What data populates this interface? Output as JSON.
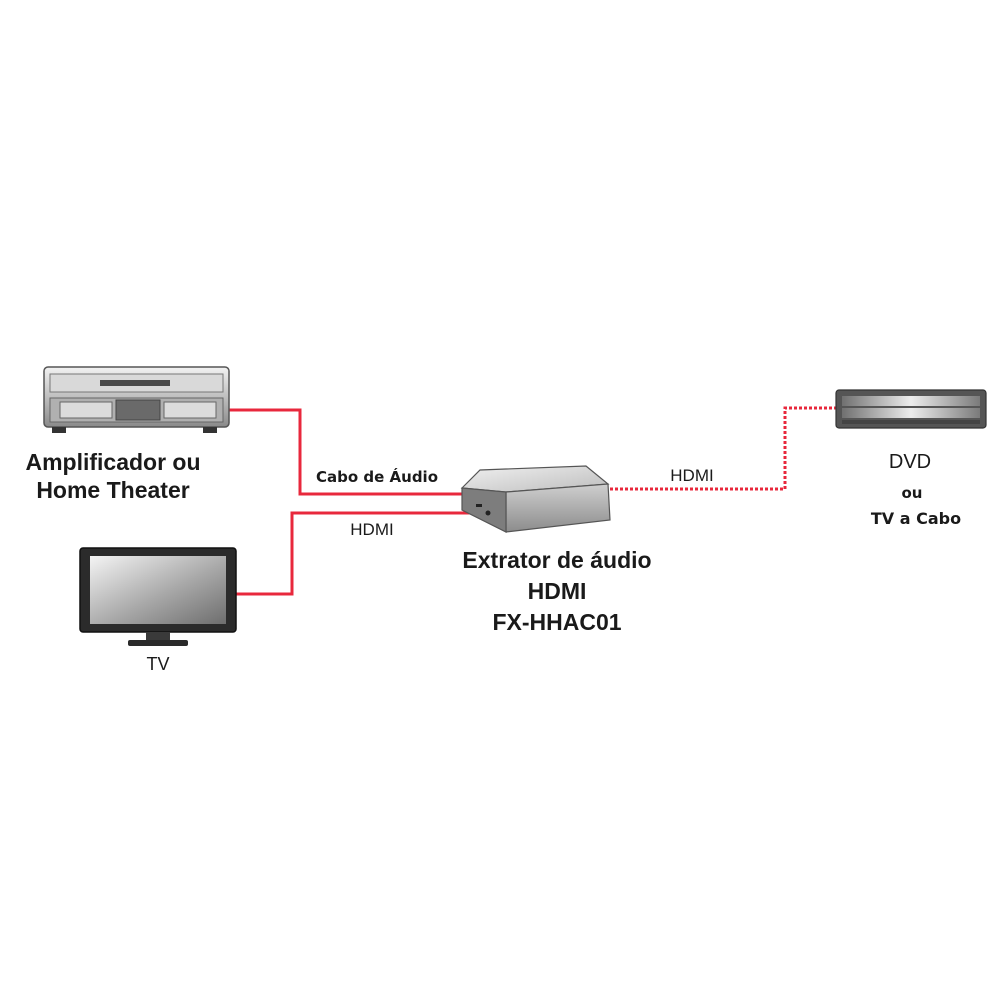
{
  "devices": {
    "amplifier": {
      "label_line1": "Amplificador ou",
      "label_line2": "Home Theater"
    },
    "tv": {
      "label": "TV"
    },
    "extractor": {
      "label_line1": "Extrator de áudio",
      "label_line2": "HDMI",
      "label_line3": "FX-HHAC01"
    },
    "source": {
      "label_line1": "DVD",
      "label_line2": "ou",
      "label_line3": "TV a Cabo"
    }
  },
  "connections": {
    "audio_cable": {
      "label": "Cabo de Áudio"
    },
    "hdmi_tv": {
      "label": "HDMI"
    },
    "hdmi_source": {
      "label": "HDMI"
    }
  },
  "colors": {
    "cable": "#e8283c",
    "background": "#ffffff"
  }
}
